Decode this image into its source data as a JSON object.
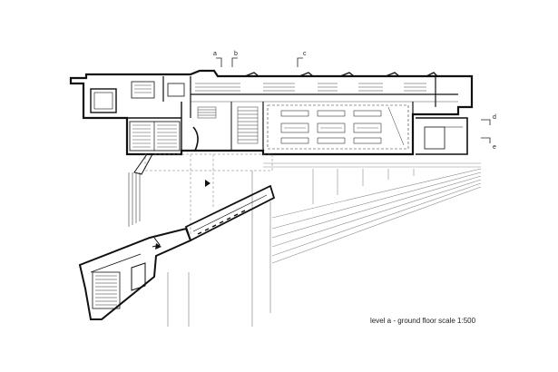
{
  "plan": {
    "caption": "level a - ground floor  scale 1:500",
    "section_markers": [
      "a",
      "b",
      "c",
      "d",
      "e"
    ]
  },
  "colors": {
    "wall": "#111111",
    "line": "#444444",
    "light_line": "#9a9a9a",
    "background": "#ffffff"
  }
}
